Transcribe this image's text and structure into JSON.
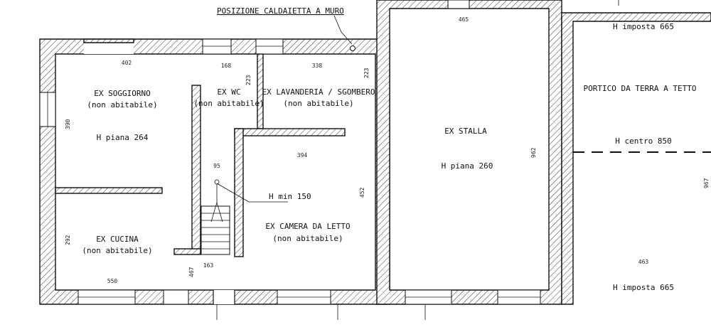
{
  "labels": {
    "boiler_note": "POSIZIONE CALDAIETTA A MURO",
    "soggiorno_title": "EX SOGGIORNO",
    "soggiorno_sub": "(non abitabile)",
    "soggiorno_h": "H piana 264",
    "wc_title": "EX WC",
    "wc_sub": "(non abitabile)",
    "lavanderia_title": "EX LAVANDERIA / SGOMBERO",
    "lavanderia_sub": "(non abitabile)",
    "camera_title": "EX CAMERA DA LETTO",
    "camera_sub": "(non abitabile)",
    "hmin": "H min 150",
    "cucina_title": "EX CUCINA",
    "cucina_sub": "(non abitabile)",
    "stalla_title": "EX STALLA",
    "stalla_h": "H piana 260",
    "portico_imposta_top": "H imposta 665",
    "portico_title": "PORTICO DA TERRA A TETTO",
    "portico_centro": "H centro 850",
    "portico_imposta_bottom": "H imposta 665"
  },
  "dimensions": {
    "d402": "402",
    "d168": "168",
    "d338": "338",
    "d223a": "223",
    "d223b": "223",
    "d390": "390",
    "d95": "95",
    "d394": "394",
    "d452": "452",
    "d292": "292",
    "d550": "550",
    "d163": "163",
    "d467": "467",
    "d465": "465",
    "d962": "962",
    "d463": "463",
    "d967": "967"
  }
}
